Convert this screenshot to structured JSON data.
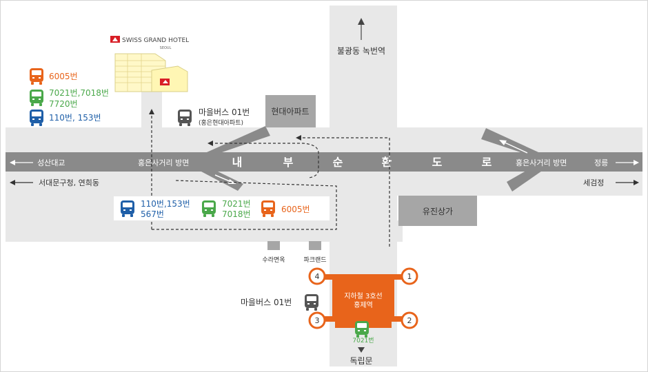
{
  "colors": {
    "road": "#e8e8e8",
    "main_road": "#8a8a8a",
    "building": "#a6a6a6",
    "orange": "#e8641b",
    "green": "#4aa84a",
    "blue": "#1f5fa8",
    "gray_bus": "#555555",
    "text": "#333333",
    "hotel": "#fff8c8"
  },
  "hotel": {
    "name": "SWISS GRAND HOTEL",
    "sub": "SEOUL"
  },
  "roads": {
    "main_road_chars": [
      "내",
      "부",
      "순",
      "환",
      "도",
      "로"
    ],
    "west_main": "성산대교",
    "west_lower": "서대문구청, 연희동",
    "east_main": "정릉",
    "east_lower": "세검정",
    "hongeun_left": "홍은사거리 방면",
    "hongeun_right": "홍은사거리 방면",
    "north": "불광동 녹번역",
    "south": "독립문"
  },
  "buildings": {
    "hyundai": "현대아파트",
    "yujin": "유진상가",
    "sura": "수라면옥",
    "parkland": "파크랜드"
  },
  "bus_groups": {
    "top_left": {
      "orange": "6005번",
      "green_line1": "7021번,7018번",
      "green_line2": "7720번",
      "blue": "110번, 153번"
    },
    "village_top": {
      "line1": "마을버스 01번",
      "line2": "(홍은현대아파트)"
    },
    "middle": {
      "blue_line1": "110번,153번",
      "blue_line2": "567번",
      "green_line1": "7021번",
      "green_line2": "7018번",
      "orange": "6005번"
    },
    "village_bottom": "마을버스 01번",
    "station_green": "7021번"
  },
  "station": {
    "line1": "지하철 3호선",
    "line2": "홍제역",
    "exits": [
      "1",
      "2",
      "3",
      "4"
    ]
  }
}
